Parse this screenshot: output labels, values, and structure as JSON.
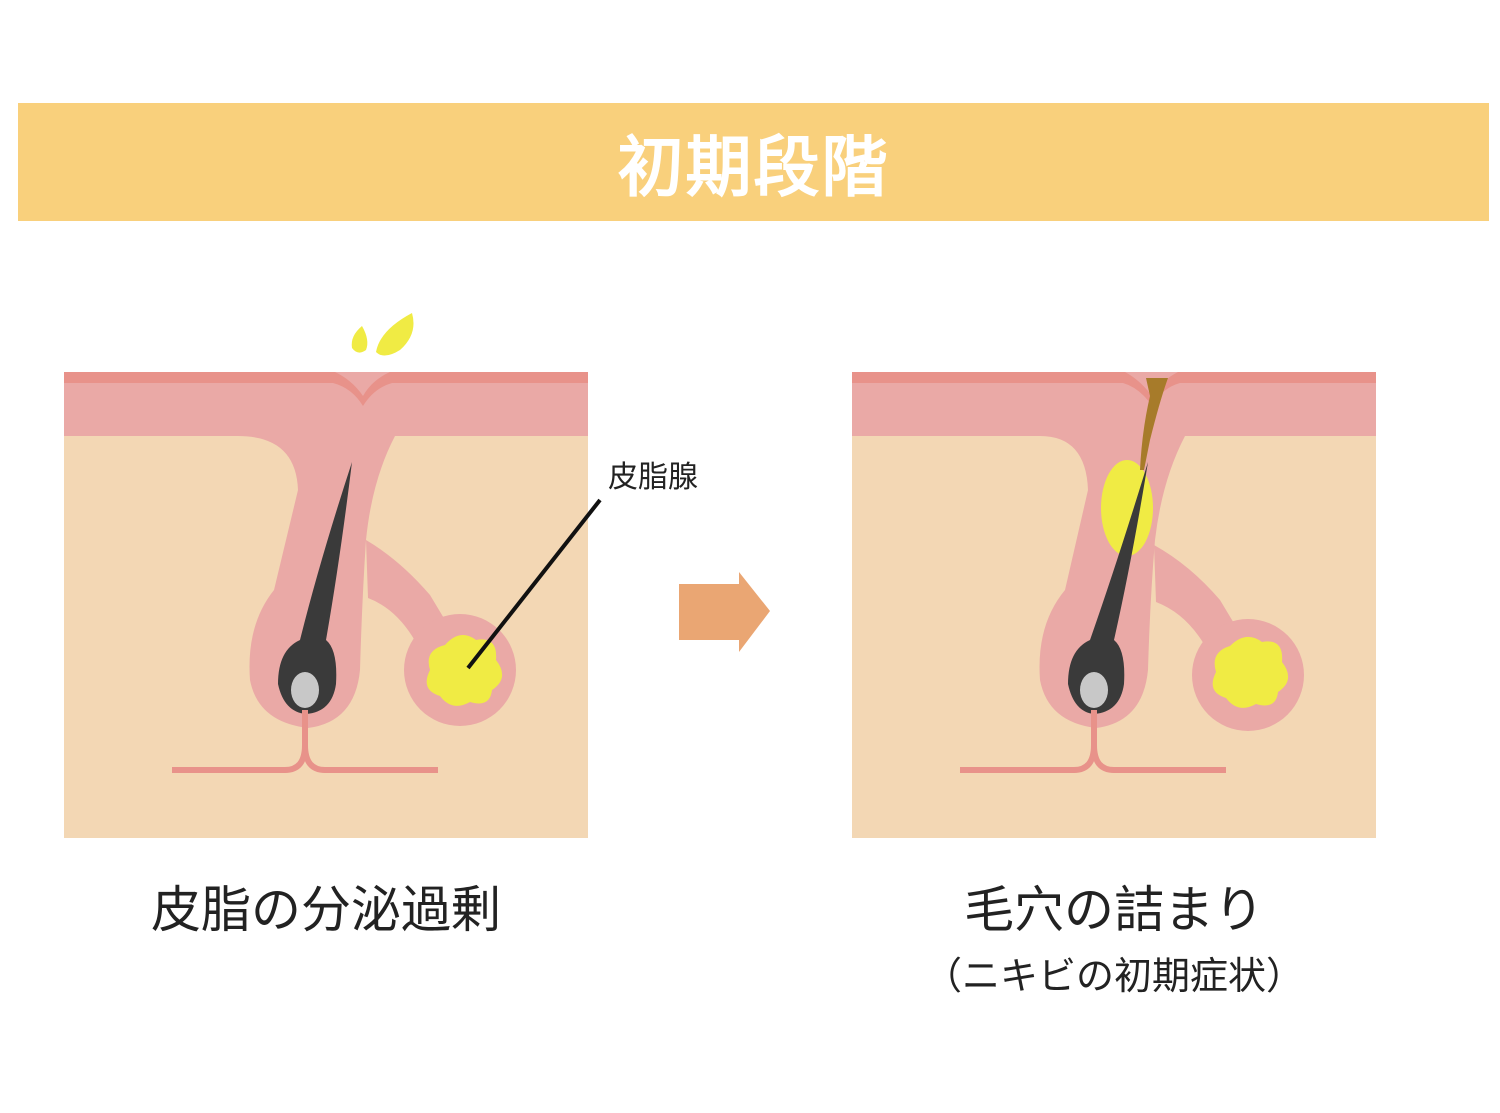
{
  "header": {
    "title": "初期段階"
  },
  "panels": [
    {
      "caption": "皮脂の分泌過剰"
    },
    {
      "caption": "毛穴の詰まり",
      "sub_caption": "（ニキビの初期症状）"
    }
  ],
  "labels": {
    "sebaceous_gland": "皮脂腺"
  },
  "colors": {
    "banner": "#f9d07c",
    "epidermis_top": "#e8928a",
    "epidermis": "#eaa9a6",
    "dermis": "#f3d7b4",
    "hair": "#3a3a3a",
    "papilla": "#c8c8c8",
    "sebum": "#f0eb44",
    "plug": "#a77b2a",
    "arrow": "#eaa673"
  }
}
